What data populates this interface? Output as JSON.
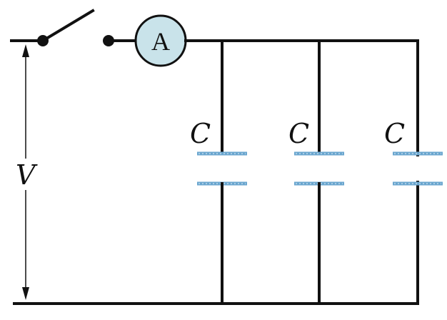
{
  "circuit": {
    "voltage_label": "V",
    "ammeter_label": "A",
    "capacitors": [
      {
        "label": "C"
      },
      {
        "label": "C"
      },
      {
        "label": "C"
      }
    ],
    "colors": {
      "wire": "#111111",
      "capacitor_plate": "#6aa6cf",
      "ammeter_fill": "#c9e3ea"
    }
  }
}
